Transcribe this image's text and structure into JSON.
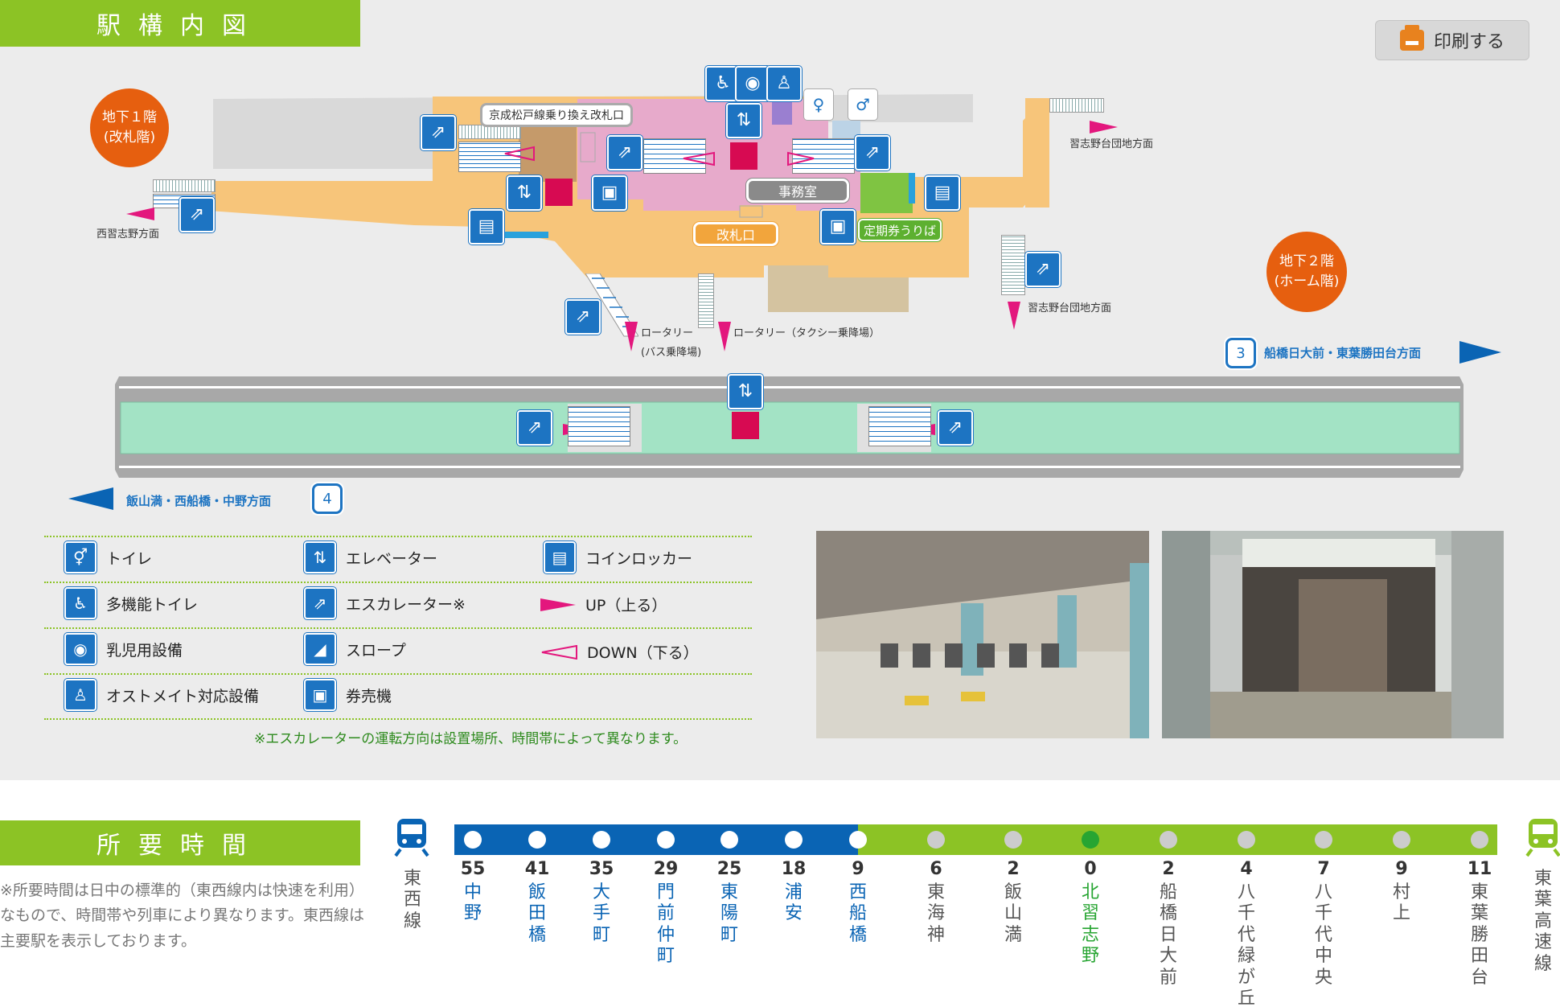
{
  "map": {
    "title": "駅構内図",
    "print_label": "印刷する",
    "floor_b1": {
      "line1": "地下１階",
      "line2": "(改札階)"
    },
    "floor_b2": {
      "line1": "地下２階",
      "line2": "(ホーム階)"
    },
    "tags": {
      "keisei": "京成松戸線乗り換え改札口",
      "office": "事務室",
      "gate": "改札口",
      "pass": "定期券うりば"
    },
    "directions": {
      "narashinodai_top": "習志野台団地方面",
      "nishi_narashino": "西習志野方面",
      "narashinodai_right": "習志野台団地方面",
      "rotary_bus_1": "ロータリー",
      "rotary_bus_2": "(バス乗降場)",
      "rotary_taxi": "ロータリー（タクシー乗降場）"
    },
    "platform": {
      "track3_num": "3",
      "track3_dir": "船橋日大前・東葉勝田台方面",
      "track4_num": "4",
      "track4_dir": "飯山満・西船橋・中野方面"
    },
    "colors": {
      "concourse": "#f7c57a",
      "paid_area": "#e7aacb",
      "platform": "#a3e3c5",
      "accent_green": "#8cc325",
      "icon_blue": "#1d74c2",
      "floor_orange": "#e65f0f",
      "arrow_pink": "#e3177d"
    }
  },
  "legend": {
    "items": [
      {
        "icon": "toilet-icon",
        "label": "トイレ"
      },
      {
        "icon": "elevator-icon",
        "label": "エレベーター"
      },
      {
        "icon": "coin-locker-icon",
        "label": "コインロッカー"
      },
      {
        "icon": "multipurpose-toilet-icon",
        "label": "多機能トイレ"
      },
      {
        "icon": "escalator-icon",
        "label": "エスカレーター※"
      },
      {
        "icon": "up-arrow-icon",
        "label": "UP（上る）"
      },
      {
        "icon": "baby-icon",
        "label": "乳児用設備"
      },
      {
        "icon": "slope-icon",
        "label": "スロープ"
      },
      {
        "icon": "down-arrow-icon",
        "label": "DOWN（下る）"
      },
      {
        "icon": "ostomate-icon",
        "label": "オストメイト対応設備"
      },
      {
        "icon": "ticket-machine-icon",
        "label": "券売機"
      }
    ],
    "note": "※エスカレーターの運転方向は設置場所、時間帯によって異なります。"
  },
  "travel_time": {
    "title": "所要時間",
    "note": "※所要時間は日中の標準的（東西線内は快速を利用）なもので、時間帯や列車により異なります。東西線は主要駅を表示しております。",
    "left_line": "東西線",
    "right_line": "東葉高速線",
    "stations": [
      {
        "min": "55",
        "name": "中野",
        "line": "tozai"
      },
      {
        "min": "41",
        "name": "飯田橋",
        "line": "tozai"
      },
      {
        "min": "35",
        "name": "大手町",
        "line": "tozai"
      },
      {
        "min": "29",
        "name": "門前仲町",
        "line": "tozai"
      },
      {
        "min": "25",
        "name": "東陽町",
        "line": "tozai"
      },
      {
        "min": "18",
        "name": "浦安",
        "line": "tozai"
      },
      {
        "min": "9",
        "name": "西船橋",
        "line": "tozai"
      },
      {
        "min": "6",
        "name": "東海神",
        "line": "toyo"
      },
      {
        "min": "2",
        "name": "飯山満",
        "line": "toyo"
      },
      {
        "min": "0",
        "name": "北習志野",
        "line": "current"
      },
      {
        "min": "2",
        "name": "船橋日大前",
        "line": "toyo"
      },
      {
        "min": "4",
        "name": "八千代緑が丘",
        "line": "toyo"
      },
      {
        "min": "7",
        "name": "八千代中央",
        "line": "toyo"
      },
      {
        "min": "9",
        "name": "村上",
        "line": "toyo"
      },
      {
        "min": "11",
        "name": "東葉勝田台",
        "line": "toyo"
      }
    ],
    "colors": {
      "tozai": "#0a64b4",
      "toyo": "#8cc325",
      "current": "#27a532"
    }
  }
}
